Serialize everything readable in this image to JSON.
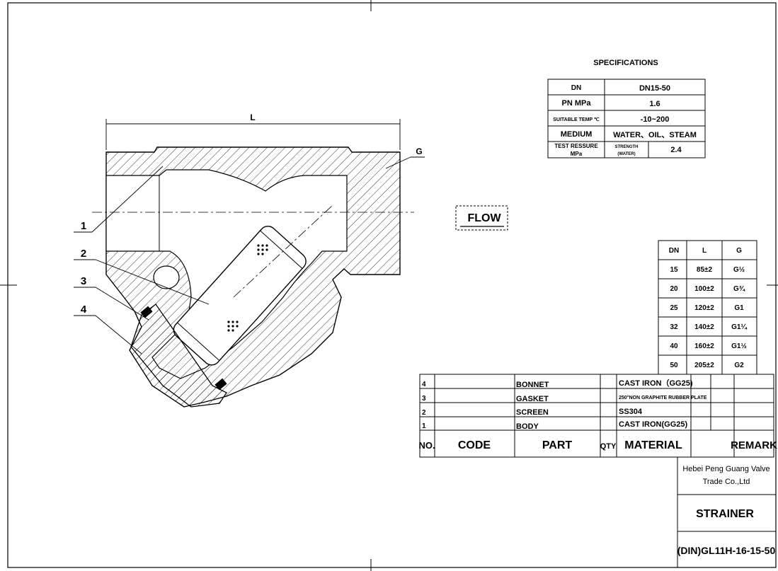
{
  "specifications": {
    "title": "SPECIFICATIONS",
    "rows": [
      {
        "label": "DN",
        "value": "DN15-50"
      },
      {
        "label": "PN MPa",
        "value": "1.6"
      },
      {
        "label": "SUITABLE TEMP ℃",
        "value": "-10~200"
      },
      {
        "label": "MEDIUM",
        "value": "WATER、OIL、STEAM"
      }
    ],
    "test_pressure": {
      "label_line1": "TEST RESSURE",
      "label_line2": "MPa",
      "sub_line1": "STRENGTH",
      "sub_line2": "(WATER)",
      "value": "2.4"
    }
  },
  "flow_label": "FLOW",
  "drawing": {
    "dim_length": "L",
    "dim_thread": "G",
    "callouts": [
      "1",
      "2",
      "3",
      "4"
    ]
  },
  "dimensions_table": {
    "headers": [
      "DN",
      "L",
      "G"
    ],
    "rows": [
      [
        "15",
        "85±2",
        "G½"
      ],
      [
        "20",
        "100±2",
        "G¾"
      ],
      [
        "25",
        "120±2",
        "G1"
      ],
      [
        "32",
        "140±2",
        "G1¼"
      ],
      [
        "40",
        "160±2",
        "G1½"
      ],
      [
        "50",
        "205±2",
        "G2"
      ]
    ]
  },
  "parts_list": {
    "rows": [
      {
        "no": "4",
        "part": "BONNET",
        "material": "CAST IRON（GG25)"
      },
      {
        "no": "3",
        "part": "GASKET",
        "material": "250°NON GRAPHITE RUBBER PLATE"
      },
      {
        "no": "2",
        "part": "SCREEN",
        "material": "SS304"
      },
      {
        "no": "1",
        "part": "BODY",
        "material": "CAST IRON(GG25)"
      }
    ],
    "headers": {
      "no": "NO.",
      "code": "CODE",
      "part": "PART",
      "qty": "QTY",
      "material": "MATERIAL",
      "remark": "REMARK"
    }
  },
  "title_block": {
    "company_line1": "Hebei Peng Guang Valve",
    "company_line2": "Trade Co.,Ltd",
    "product": "STRAINER",
    "model": "(DIN)GL11H-16-15-50"
  }
}
